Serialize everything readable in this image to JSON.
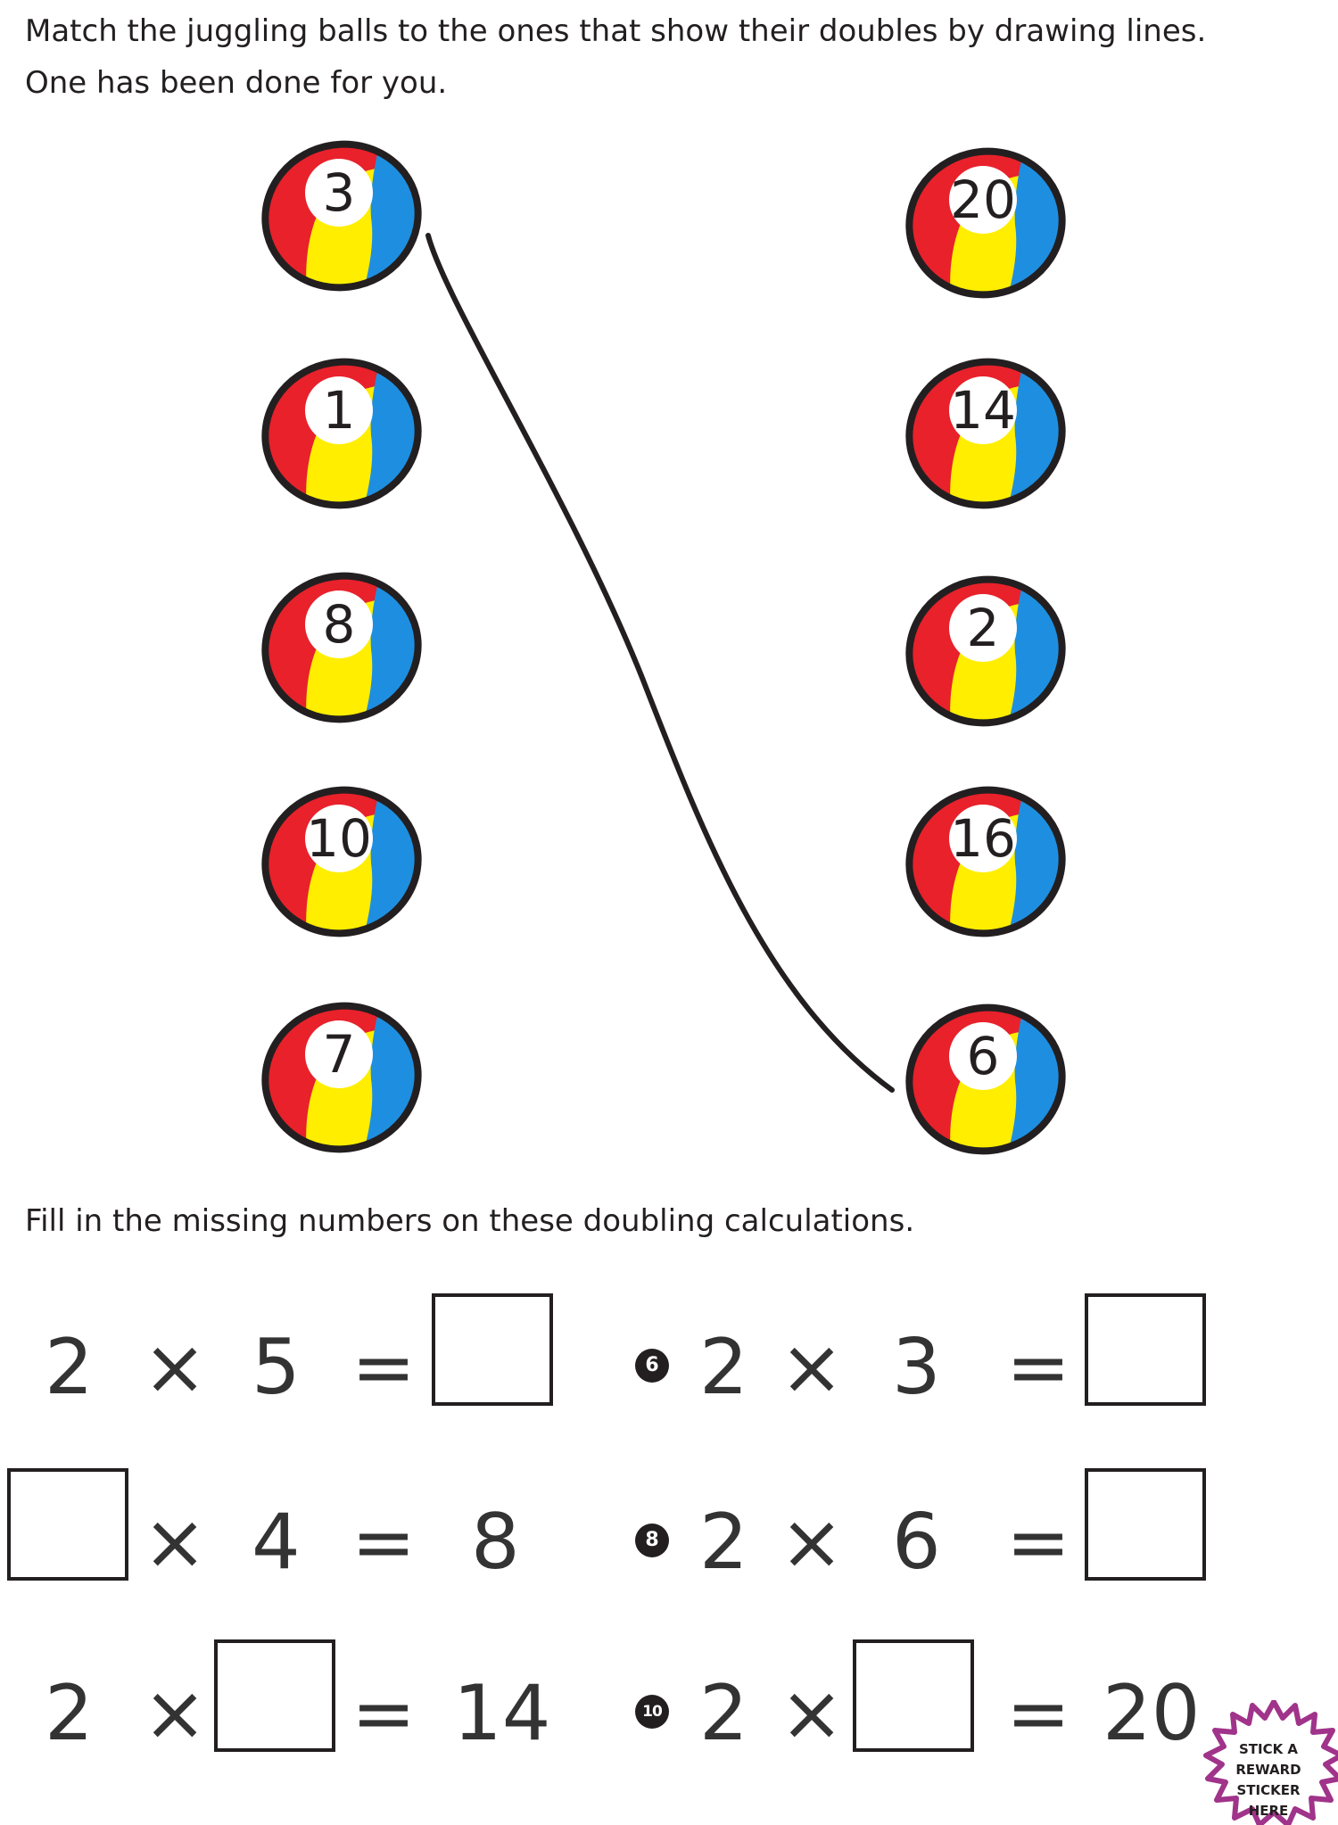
{
  "instructions": {
    "line1": "Match the juggling balls to the ones that show their doubles by drawing lines.",
    "line2": "One has been done for you.",
    "line3": "Fill in the missing numbers on these doubling calculations."
  },
  "balls": {
    "left": [
      "3",
      "1",
      "8",
      "10",
      "7"
    ],
    "right": [
      "20",
      "14",
      "2",
      "16",
      "6"
    ]
  },
  "example_match": {
    "from": "3",
    "to": "6"
  },
  "colors": {
    "red": "#e8212b",
    "yellow": "#ffee00",
    "blue": "#1e8fe0",
    "ink": "#231f20",
    "sticker": "#a0338a"
  },
  "equations": {
    "q1": {
      "a": "2",
      "op": "×",
      "b": "5",
      "eq": "="
    },
    "q6": {
      "badge": "6",
      "a": "2",
      "op": "×",
      "b": "3",
      "eq": "="
    },
    "q7": {
      "op": "×",
      "b": "4",
      "eq": "=",
      "result": "8"
    },
    "q8": {
      "badge": "8",
      "a": "2",
      "op": "×",
      "b": "6",
      "eq": "="
    },
    "q9": {
      "a": "2",
      "op": "×",
      "eq": "=",
      "result": "14"
    },
    "q10": {
      "badge": "10",
      "a": "2",
      "op": "×",
      "eq": "=",
      "result": "20"
    }
  },
  "sticker": {
    "line1": "STICK A",
    "line2": "REWARD",
    "line3": "STICKER",
    "line4": "HERE"
  }
}
